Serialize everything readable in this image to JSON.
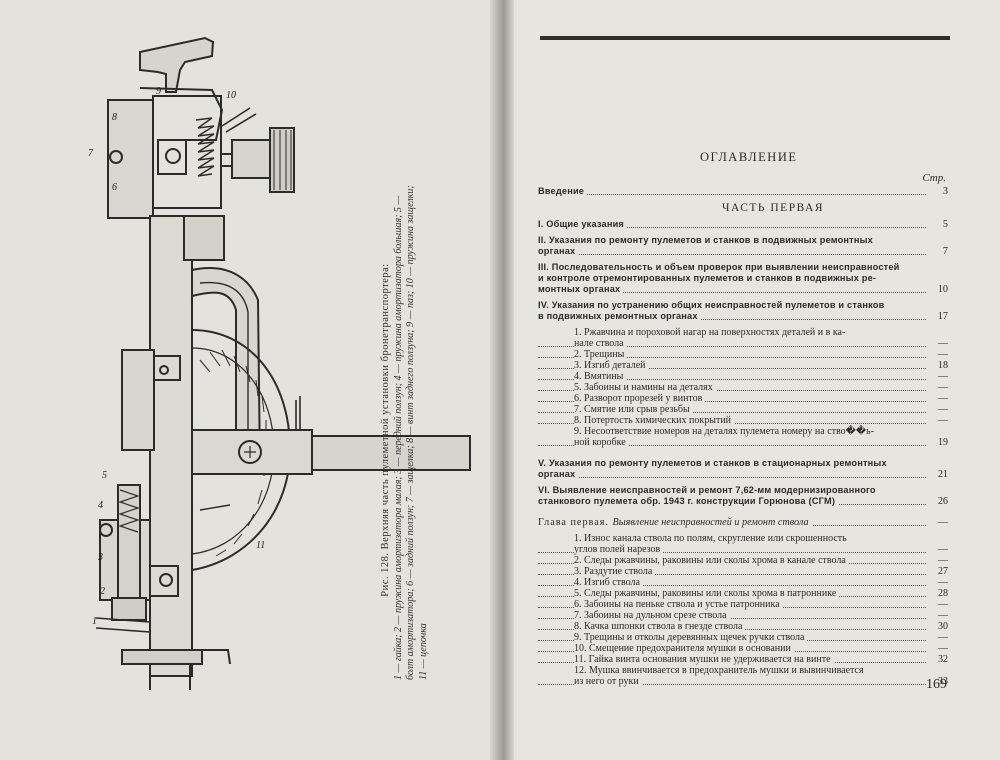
{
  "figure": {
    "caption_title": "Рис. 128. Верхняя часть пулеметной установки бронетранспортера:",
    "caption_legend": "1 — гайка; 2 — пружина амортизатора малая; 3 — передний ползун; 4 — пружина амортизатора большая; 5 — болт амортизатора; 6 — задний ползун; 7 — защелка; 8 — винт заднего ползуна; 9 — паз; 10 — пружина защелки; 11 — цепочка",
    "callouts": [
      "1",
      "2",
      "3",
      "4",
      "5",
      "6",
      "7",
      "8",
      "9",
      "10",
      "11"
    ]
  },
  "toc": {
    "title": "ОГЛАВЛЕНИЕ",
    "page_col_label": "Стр.",
    "intro": {
      "text": "Введение",
      "page": "3"
    },
    "part_heading": "ЧАСТЬ ПЕРВАЯ",
    "sections": [
      {
        "lines": [
          "I. Общие указания"
        ],
        "page": "5"
      },
      {
        "lines": [
          "II. Указания по ремонту пулеметов и станков в подвижных ремонтных",
          "органах"
        ],
        "page": "7"
      },
      {
        "lines": [
          "III. Последовательность и объем проверок при выявлении неисправностей",
          "и контроле отремонтированных пулеметов и станков в подвижных ре-",
          "монтных органах"
        ],
        "page": "10"
      },
      {
        "lines": [
          "IV. Указания по устранению общих неисправностей пулеметов и станков",
          "в подвижных ремонтных органах"
        ],
        "page": "17"
      }
    ],
    "section4_items": [
      {
        "lines": [
          "1. Ржавчина и пороховой нагар на поверхностях деталей и в ка-",
          "нале ствола"
        ],
        "page": "—"
      },
      {
        "lines": [
          "2. Трещины"
        ],
        "page": "—"
      },
      {
        "lines": [
          "3. Изгиб деталей"
        ],
        "page": "18"
      },
      {
        "lines": [
          "4. Вмятины"
        ],
        "page": "—"
      },
      {
        "lines": [
          "5. Забоины и намины на деталях"
        ],
        "page": "—"
      },
      {
        "lines": [
          "6. Разворот прорезей у винтов"
        ],
        "page": "—"
      },
      {
        "lines": [
          "7. Смятие или срыв резьбы"
        ],
        "page": "—"
      },
      {
        "lines": [
          "8. Потертость химических покрытий"
        ],
        "page": "—"
      },
      {
        "lines": [
          "9. Несоответствие номеров на деталях пулемета номеру на ство��ь-",
          "ной коробке"
        ],
        "page": "19"
      }
    ],
    "sections_b": [
      {
        "lines": [
          "V. Указания по ремонту пулеметов и станков в стационарных ремонтных",
          "органах"
        ],
        "page": "21"
      },
      {
        "lines": [
          "VI. Выявление неисправностей и ремонт 7,62-мм модернизированного",
          "станкового пулемета обр. 1943 г. конструкции Горюнова (СГМ)"
        ],
        "page": "26"
      }
    ],
    "chapter": {
      "prefix": "Глава первая.",
      "title": "Выявление неисправностей и ремонт ствола",
      "page": "—"
    },
    "chapter_items": [
      {
        "lines": [
          "1. Износ канала ствола по полям, скругление или скрошенность",
          "углов полей нарезов"
        ],
        "page": "—"
      },
      {
        "lines": [
          "2. Следы ржавчины, раковины или сколы хрома в канале ствола"
        ],
        "page": "—"
      },
      {
        "lines": [
          "3. Раздутие ствола"
        ],
        "page": "27"
      },
      {
        "lines": [
          "4. Изгиб ствола"
        ],
        "page": "—"
      },
      {
        "lines": [
          "5. Следы ржавчины, раковины или сколы хрома в патроннике"
        ],
        "page": "28"
      },
      {
        "lines": [
          "6. Забоины на пеньке ствола и устье патронника"
        ],
        "page": "—"
      },
      {
        "lines": [
          "7. Забоины на дульном срезе ствола"
        ],
        "page": "—"
      },
      {
        "lines": [
          "8. Качка шпонки ствола в гнезде ствола"
        ],
        "page": "30"
      },
      {
        "lines": [
          "9. Трещины и отколы деревянных щечек ручки ствола"
        ],
        "page": "—"
      },
      {
        "lines": [
          "10. Смещение предохранителя мушки в основании"
        ],
        "page": "—"
      },
      {
        "lines": [
          "11. Гайка винта основания мушки не удерживается на винте"
        ],
        "page": "32"
      },
      {
        "lines": [
          "12. Мушка ввинчивается в предохранитель мушки и вывинчивается",
          "из него от руки"
        ],
        "page": "33"
      }
    ],
    "page_number": "169"
  }
}
